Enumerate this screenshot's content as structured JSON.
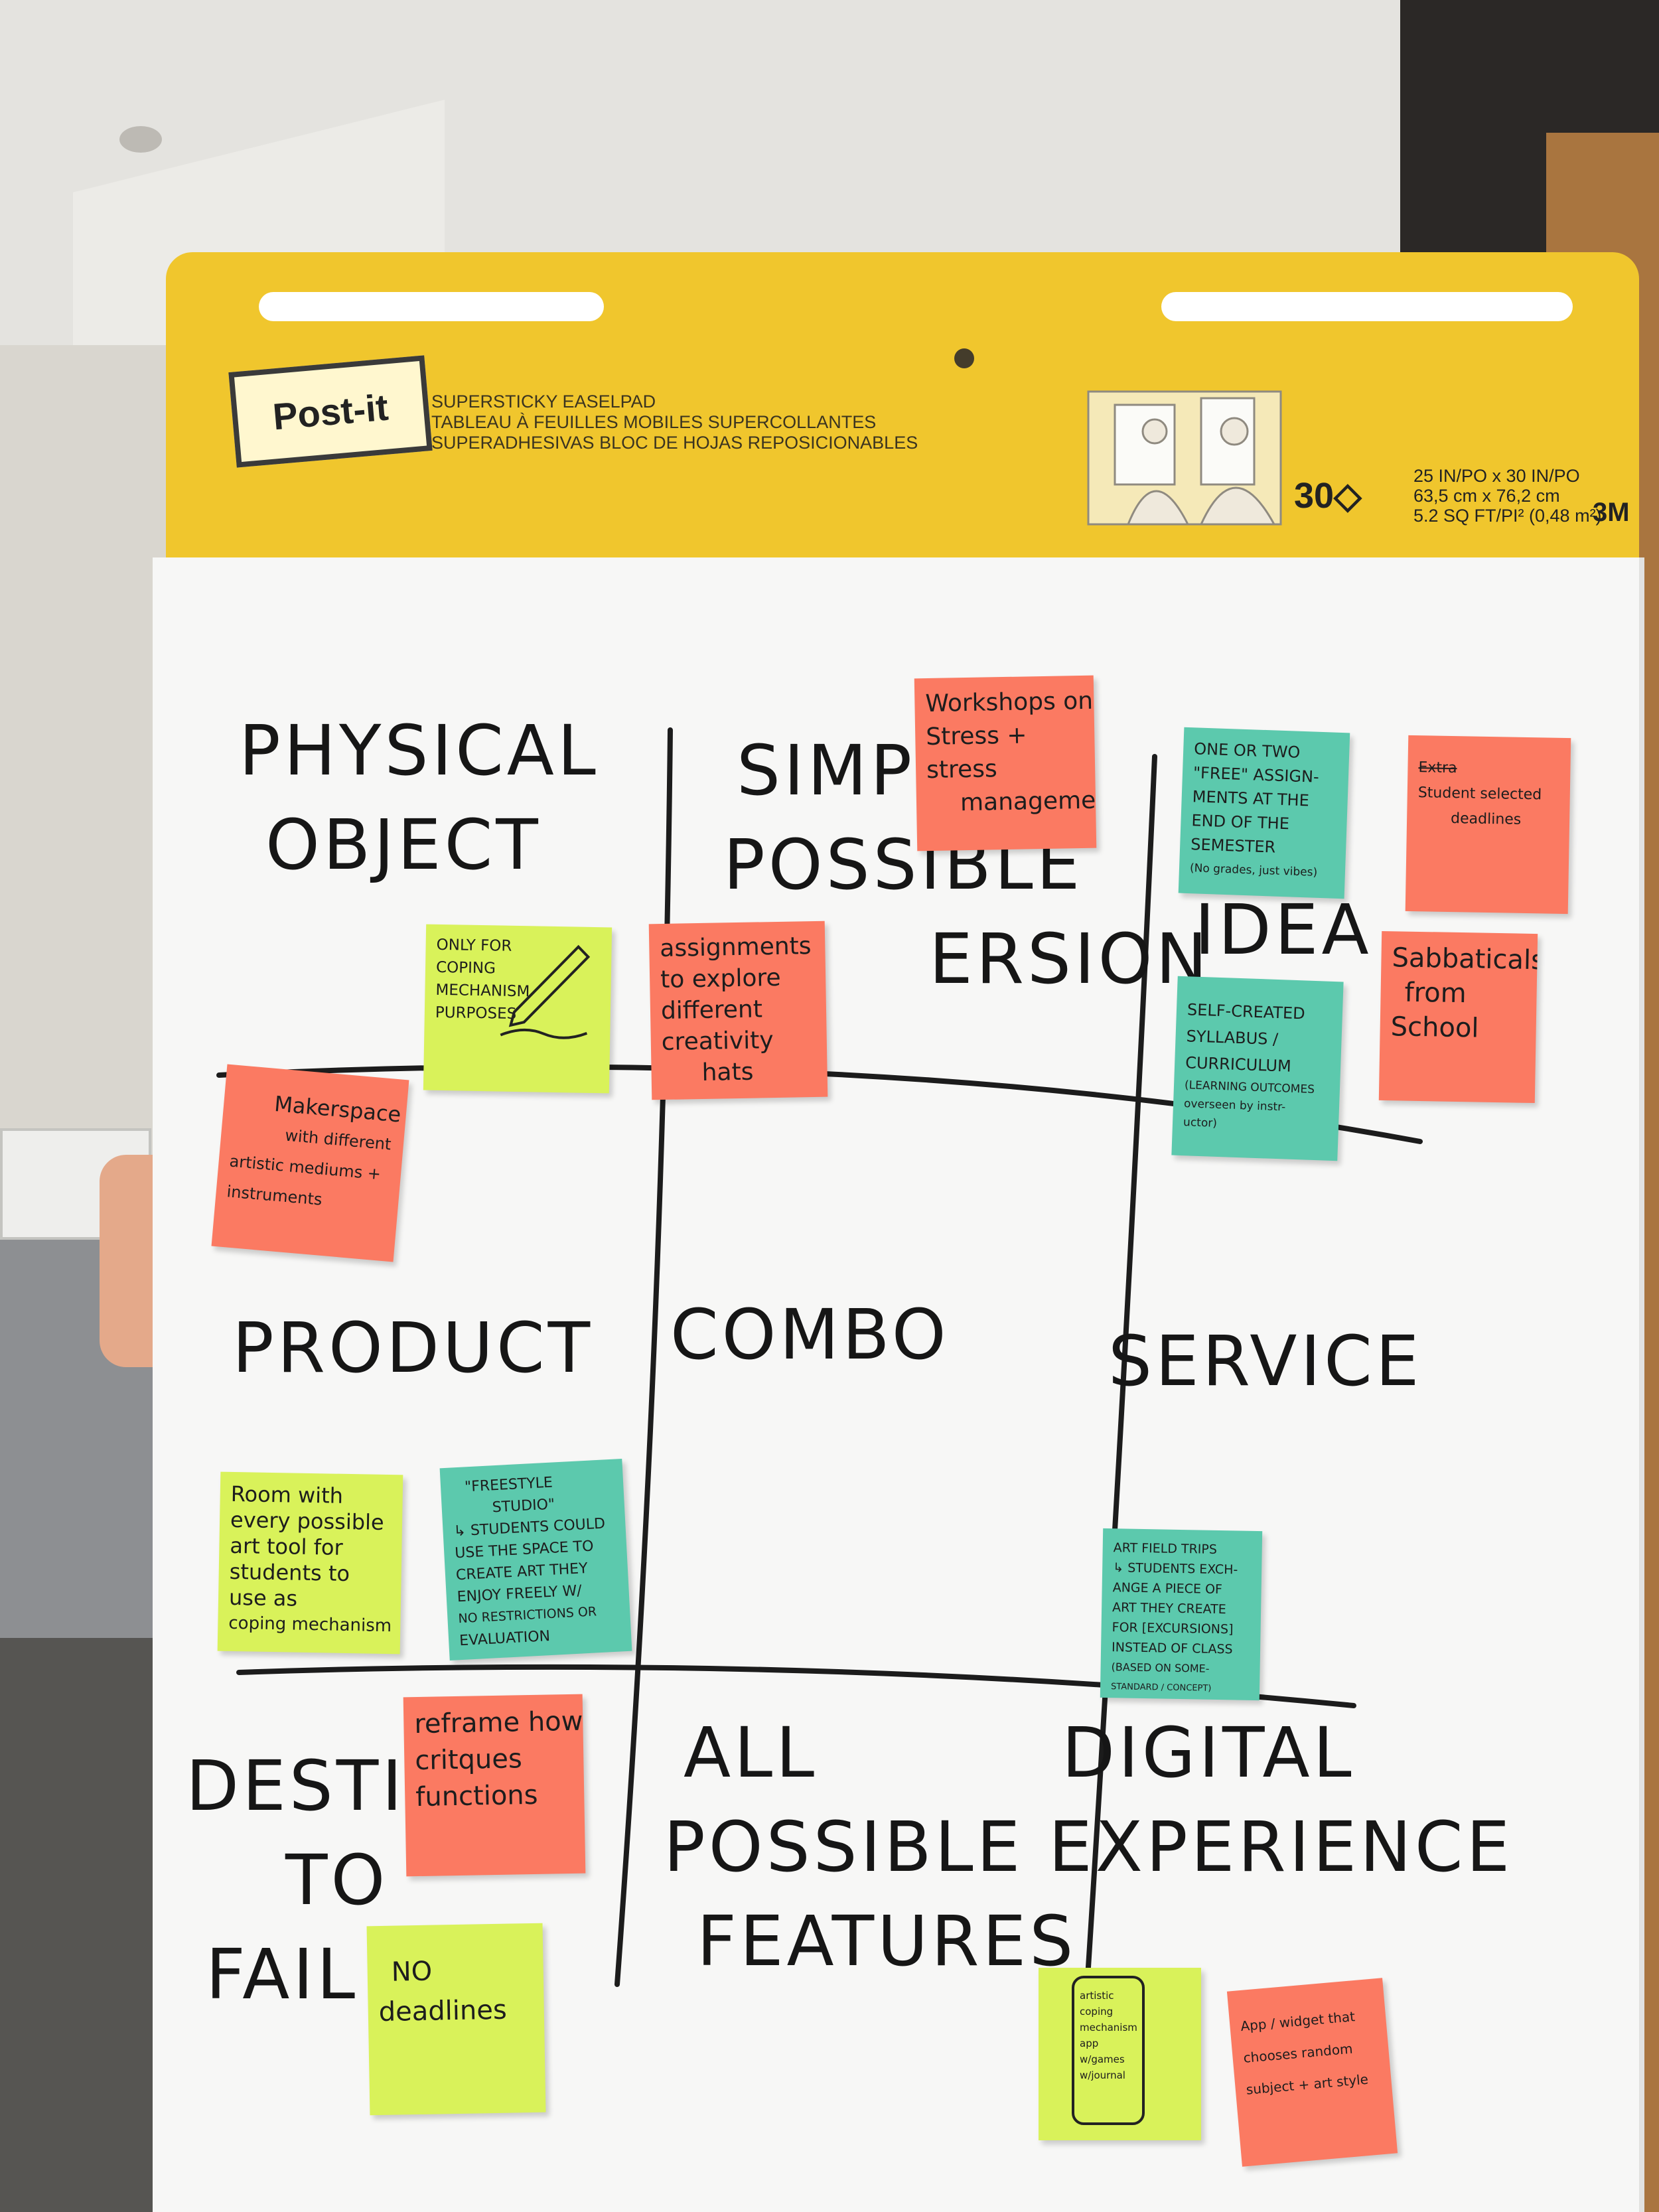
{
  "pad": {
    "logo_text": "Post-it",
    "lines": [
      "SUPERSTICKY EASELPAD",
      "TABLEAU À FEUILLES MOBILES SUPERCOLLANTES",
      "SUPERADHESIVAS BLOC DE HOJAS REPOSICIONABLES"
    ],
    "count": "30",
    "sizes": [
      "25 IN/PO x 30 IN/PO",
      "63,5 cm x 76,2 cm",
      "5.2 SQ FT/PI² (0,48 m²)"
    ],
    "brand": "3M"
  },
  "grid": {
    "physical_object": [
      "PHYSICAL",
      "OBJECT"
    ],
    "simplest": [
      "SIMPL",
      "POSSIBLE",
      "ERSION"
    ],
    "idea": "IDEA",
    "product": "PRODUCT",
    "combo": "COMBO",
    "service": "SERVICE",
    "destined": [
      "DESTI",
      "TO",
      "FAIL"
    ],
    "all_features": [
      "ALL",
      "POSSIBLE",
      "FEATURES"
    ],
    "digital": [
      "DIGITAL",
      "EXPERIENCE"
    ]
  },
  "notes": {
    "workshops": [
      "Workshops on",
      "Stress +",
      "stress",
      "management"
    ],
    "one_or_two": [
      "ONE OR TWO",
      "\"FREE\" ASSIGN-",
      "MENTS AT THE",
      "END OF THE",
      "SEMESTER",
      "(No grades, just vibes)"
    ],
    "student_deadlines": [
      "Extra",
      "Student selected",
      "deadlines"
    ],
    "only_for": [
      "ONLY FOR",
      "COPING",
      "MECHANISM",
      "PURPOSES"
    ],
    "assignments": [
      "assignments",
      "to explore",
      "different",
      "creativity",
      "hats"
    ],
    "sabbaticals": [
      "Sabbaticals",
      "from",
      "School"
    ],
    "self_created": [
      "SELF-CREATED",
      "SYLLABUS /",
      "CURRICULUM",
      "(LEARNING OUTCOMES",
      "overseen by instr-",
      "uctor)"
    ],
    "makerspace": [
      "Makerspace",
      "with different",
      "artistic mediums +",
      "instruments"
    ],
    "room_with": [
      "Room with",
      "every possible",
      "art tool for",
      "students to",
      "use as",
      "coping mechanism"
    ],
    "freestyle": [
      "\"FREESTYLE",
      "STUDIO\"",
      "↳ STUDENTS COULD",
      "USE THE SPACE TO",
      "CREATE ART THEY",
      "ENJOY FREELY W/",
      "NO RESTRICTIONS OR",
      "EVALUATION"
    ],
    "art_field_trips": [
      "ART FIELD TRIPS",
      "↳ STUDENTS EXCH-",
      "ANGE A PIECE OF",
      "ART THEY CREATE",
      "FOR [EXCURSIONS]",
      "INSTEAD OF CLASS",
      "(BASED ON SOME-",
      "STANDARD / CONCEPT)"
    ],
    "reframe": [
      "reframe how",
      "critques",
      "functions"
    ],
    "no_deadlines": [
      "NO",
      "deadlines"
    ],
    "phone_app": [
      "artistic",
      "coping",
      "mechanism",
      "app",
      "w/games",
      "w/journal"
    ],
    "app_widget": [
      "App / widget that",
      "chooses random",
      "subject + art style"
    ]
  },
  "colors": {
    "pink": "#fb7a62",
    "teal": "#5cc9ad",
    "yellow": "#d9f25a",
    "pad_yellow": "#f0c62d"
  }
}
